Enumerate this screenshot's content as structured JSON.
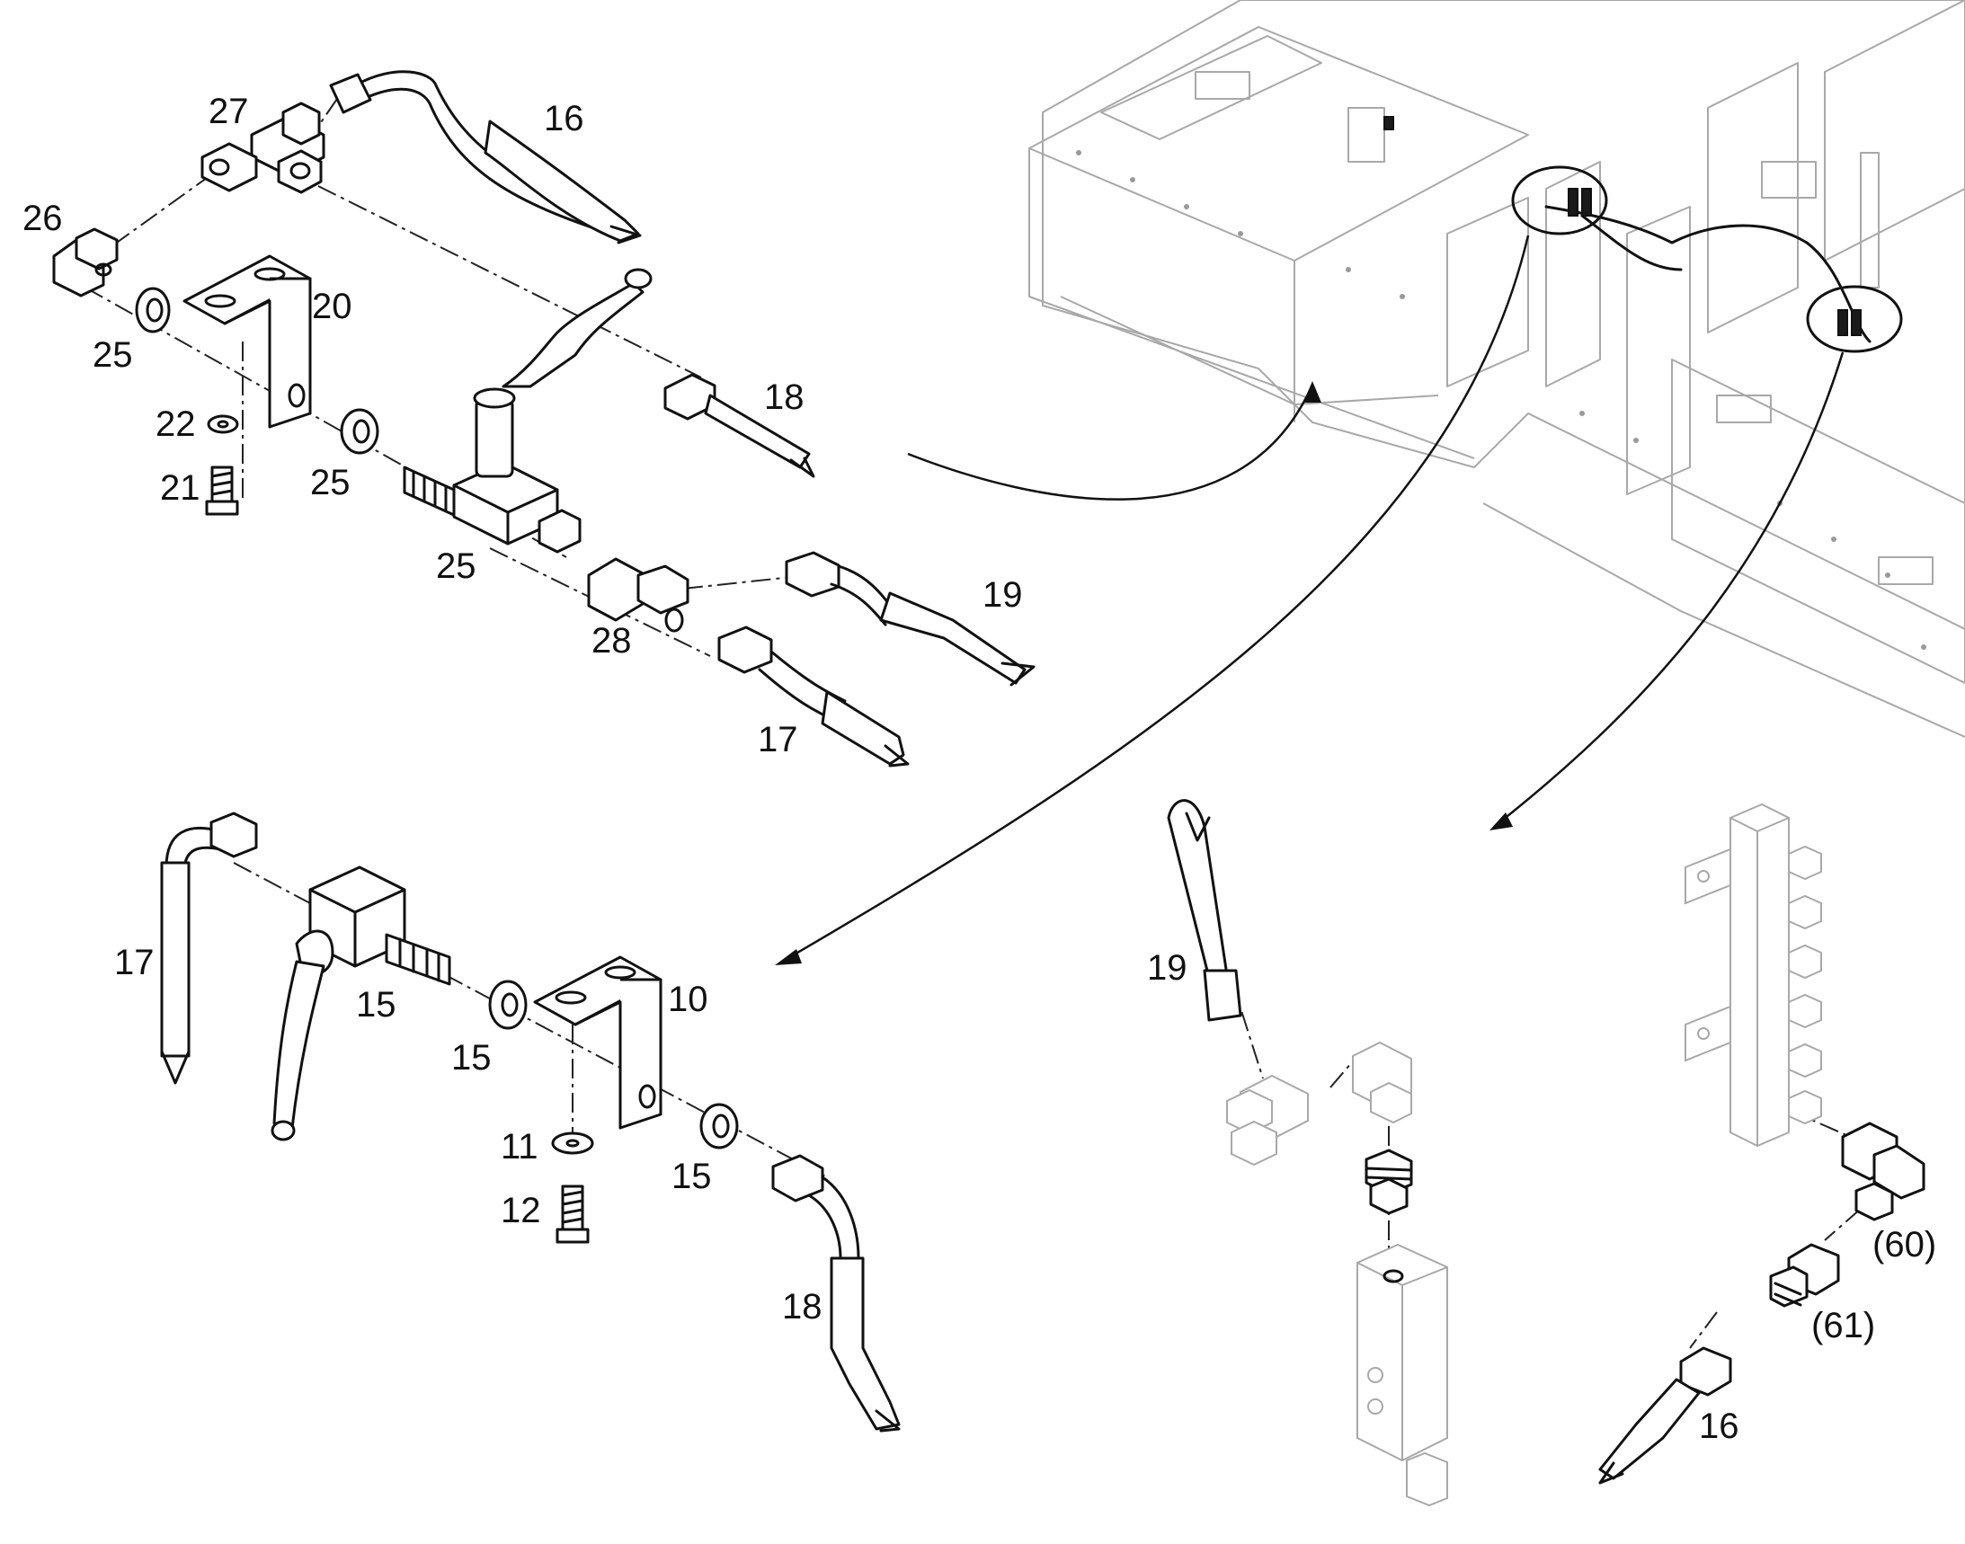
{
  "callouts": {
    "c16a": "16",
    "c27": "27",
    "c26": "26",
    "c20": "20",
    "c25a": "25",
    "c22": "22",
    "c21": "21",
    "c25b": "25",
    "c18a": "18",
    "c25c": "25",
    "c19a": "19",
    "c28": "28",
    "c17a": "17",
    "c17b": "17",
    "c15a": "15",
    "c10": "10",
    "c15b": "15",
    "c11": "11",
    "c12": "12",
    "c15c": "15",
    "c18b": "18",
    "c19b": "19",
    "c60": "(60)",
    "c61": "(61)",
    "c16b": "16"
  }
}
